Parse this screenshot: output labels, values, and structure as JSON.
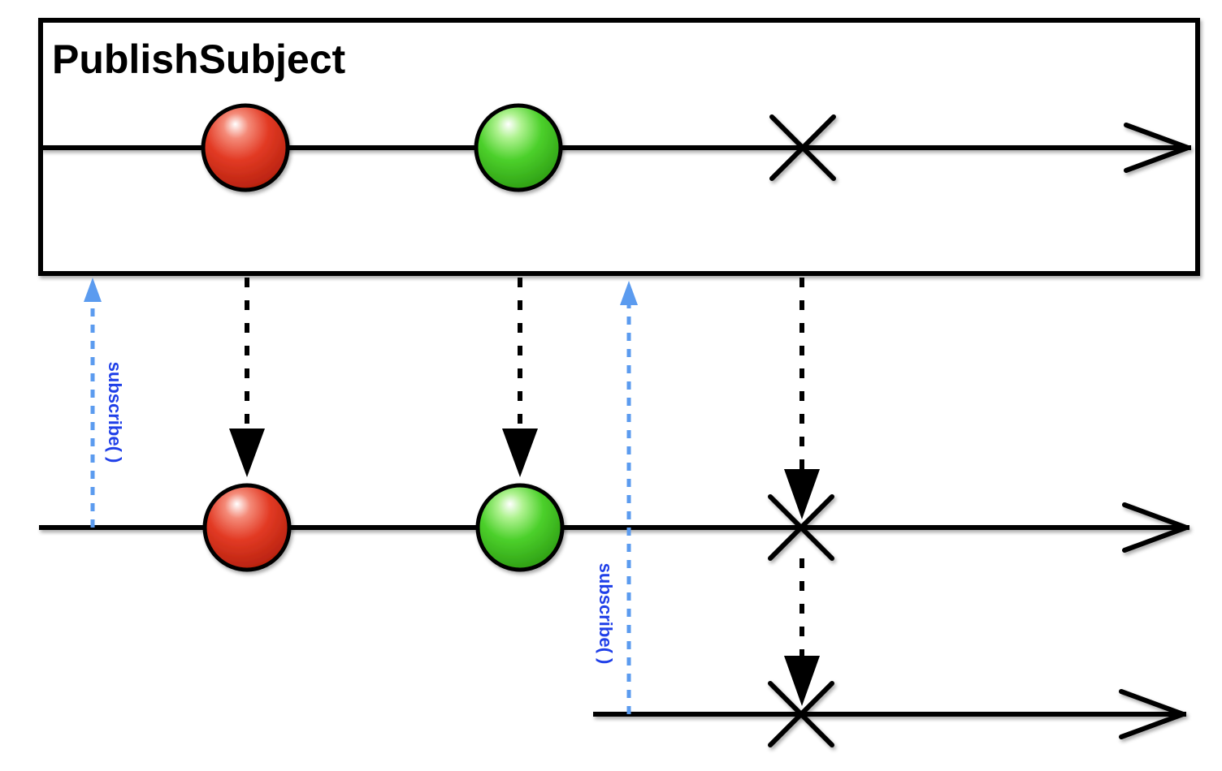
{
  "title": "PublishSubject",
  "colors": {
    "line": "#000000",
    "subscribe_arrow": "#5b9bef",
    "subscribe_text": "#1f3fe8",
    "red_marble": "#e23a24",
    "green_marble": "#4cd02b"
  },
  "subscribe_label": "subscribe( )",
  "subject_line": {
    "marbles": [
      "red-marble",
      "green-marble"
    ],
    "terminal": "error-x"
  },
  "subscriber_1": {
    "subscribe_label": "subscribe( )",
    "marbles": [
      "red-marble",
      "green-marble"
    ],
    "terminal": "error-x"
  },
  "subscriber_2": {
    "subscribe_label": "subscribe( )",
    "marbles": [],
    "terminal": "error-x"
  }
}
